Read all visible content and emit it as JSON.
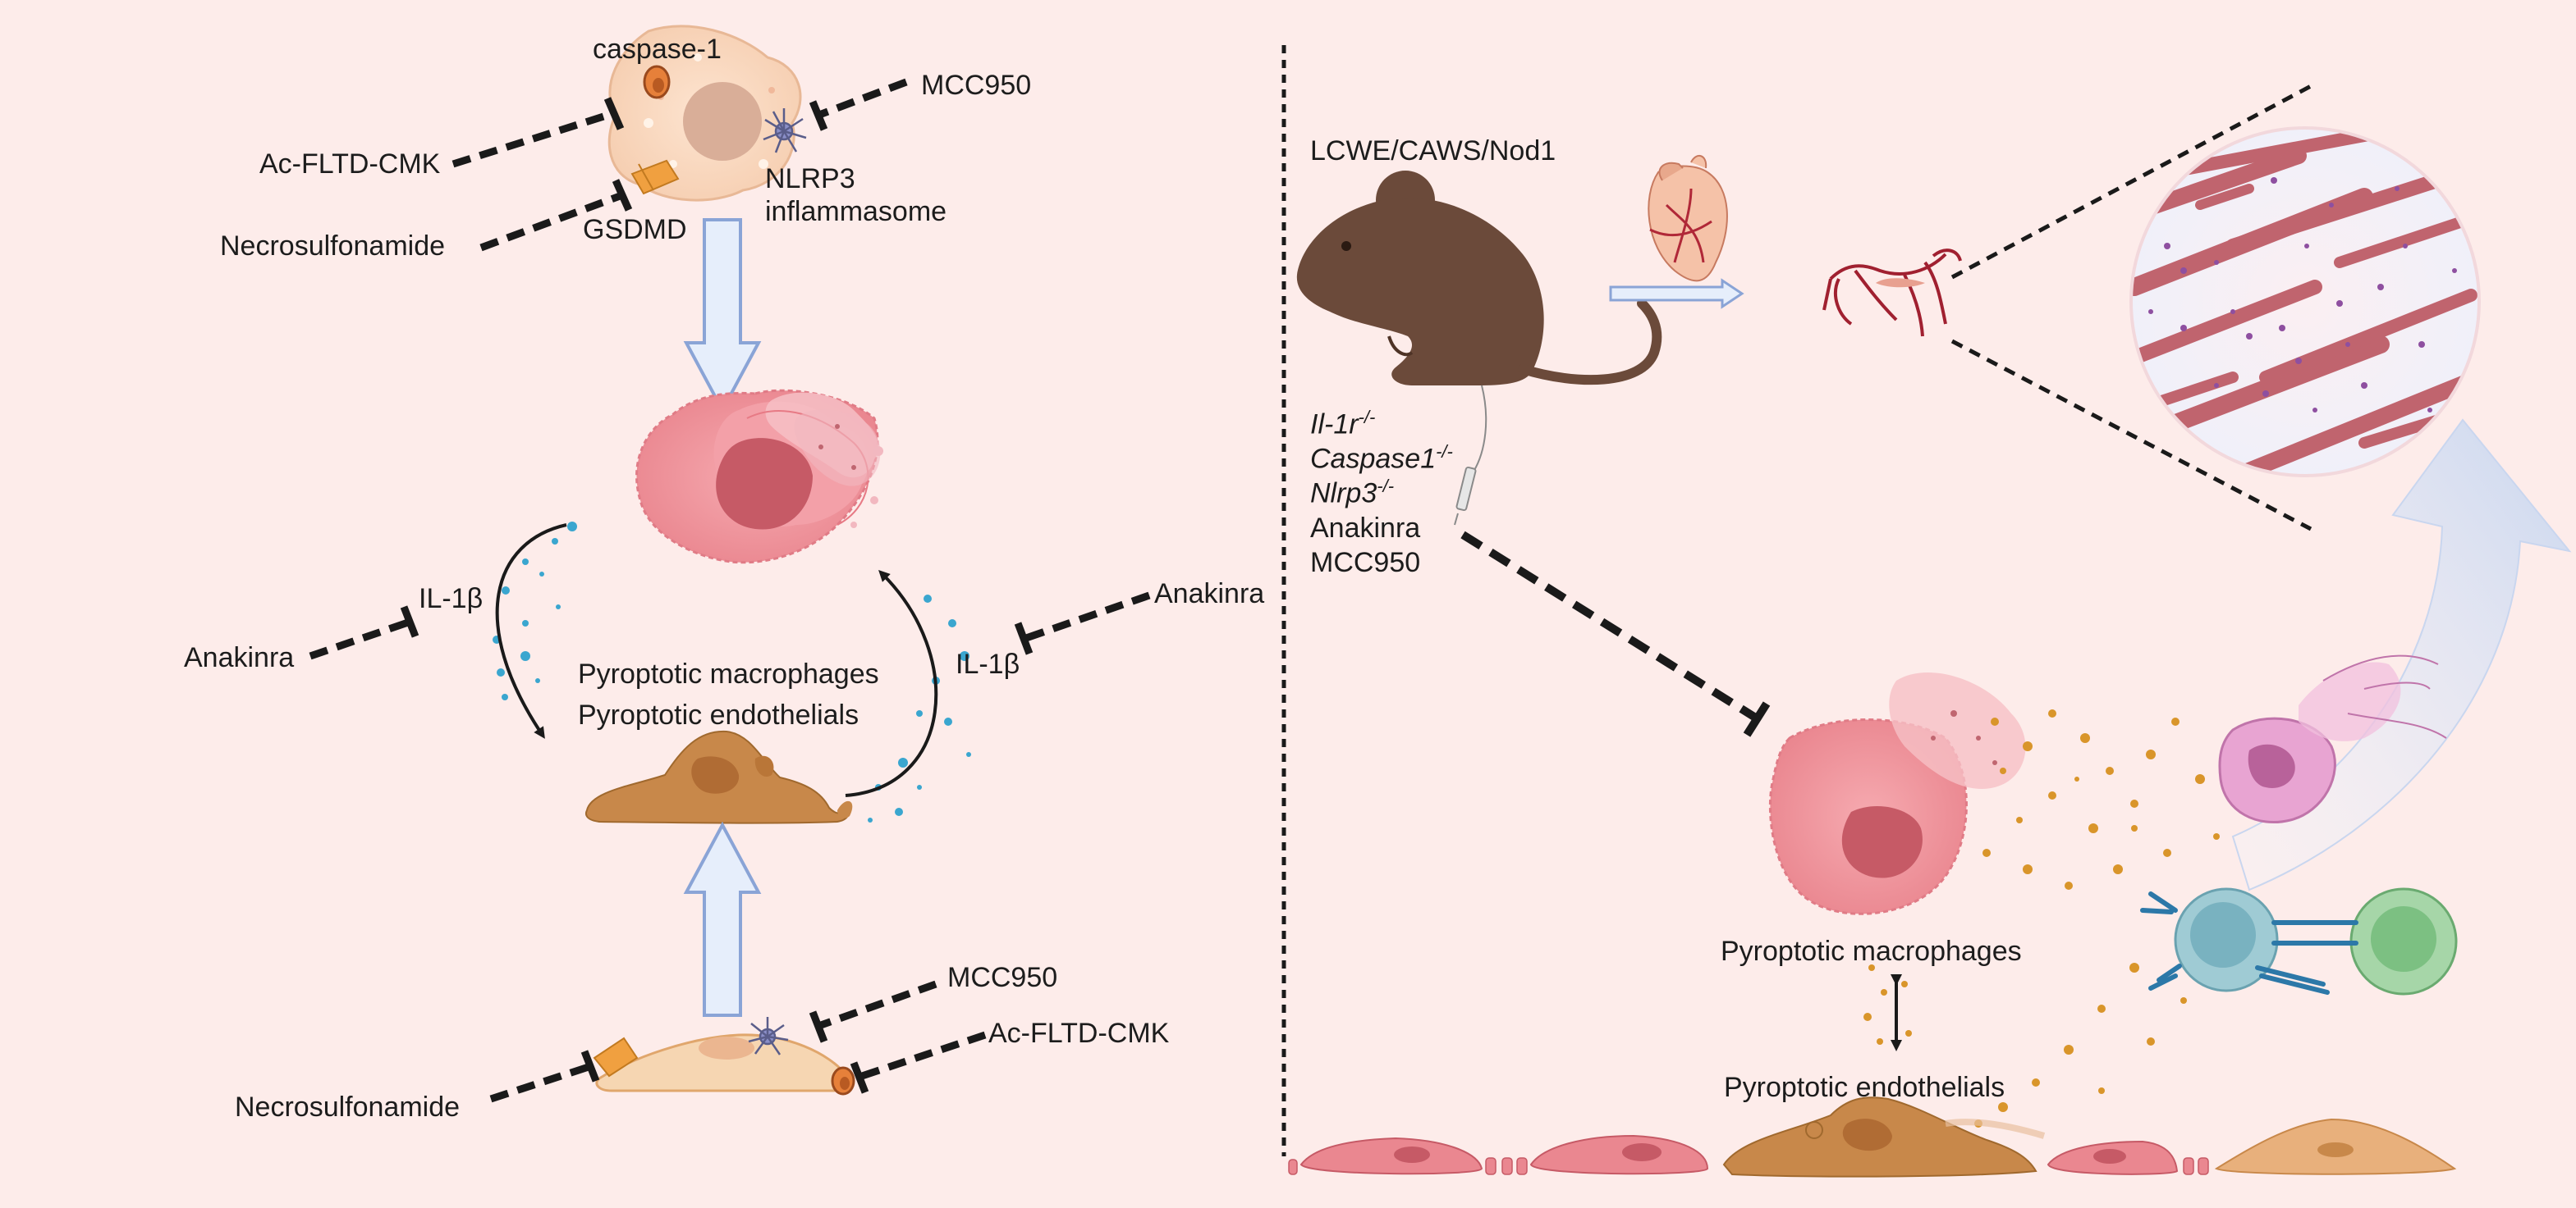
{
  "left_panel": {
    "top_cell": {
      "caspase": "caspase-1",
      "mcc950": "MCC950",
      "fltd": "Ac-FLTD-CMK",
      "nlrp3_line1": "NLRP3",
      "nlrp3_line2": "inflammasome",
      "necro": "Necrosulfonamide",
      "gsdmd": "GSDMD"
    },
    "middle": {
      "il1b_left": "IL-1β",
      "anakinra_left": "Anakinra",
      "il1b_right": "IL-1β",
      "anakinra_right": "Anakinra",
      "pyro_mac": "Pyroptotic macrophages",
      "pyro_endo": "Pyroptotic endothelials"
    },
    "bottom_cell": {
      "mcc950": "MCC950",
      "fltd": "Ac-FLTD-CMK",
      "necro": "Necrosulfonamide"
    }
  },
  "right_panel": {
    "model": "LCWE/CAWS/Nod1",
    "knockouts": [
      {
        "name": "Il-1r",
        "sup": "-/-"
      },
      {
        "name": "Caspase1",
        "sup": "-/-"
      },
      {
        "name": "Nlrp3",
        "sup": "-/-"
      }
    ],
    "drugs": [
      "Anakinra",
      "MCC950"
    ],
    "pyro_mac": "Pyroptotic macrophages",
    "pyro_endo": "Pyroptotic endothelials"
  },
  "colors": {
    "background": "#fdecea",
    "mouse": "#6b4a3a",
    "macrophage": "#e8909a",
    "endothelial": "#c8884a",
    "tissue": "#c0646e",
    "arrow_fill": "#e6eefb",
    "arrow_stroke": "#8aa4d6"
  }
}
